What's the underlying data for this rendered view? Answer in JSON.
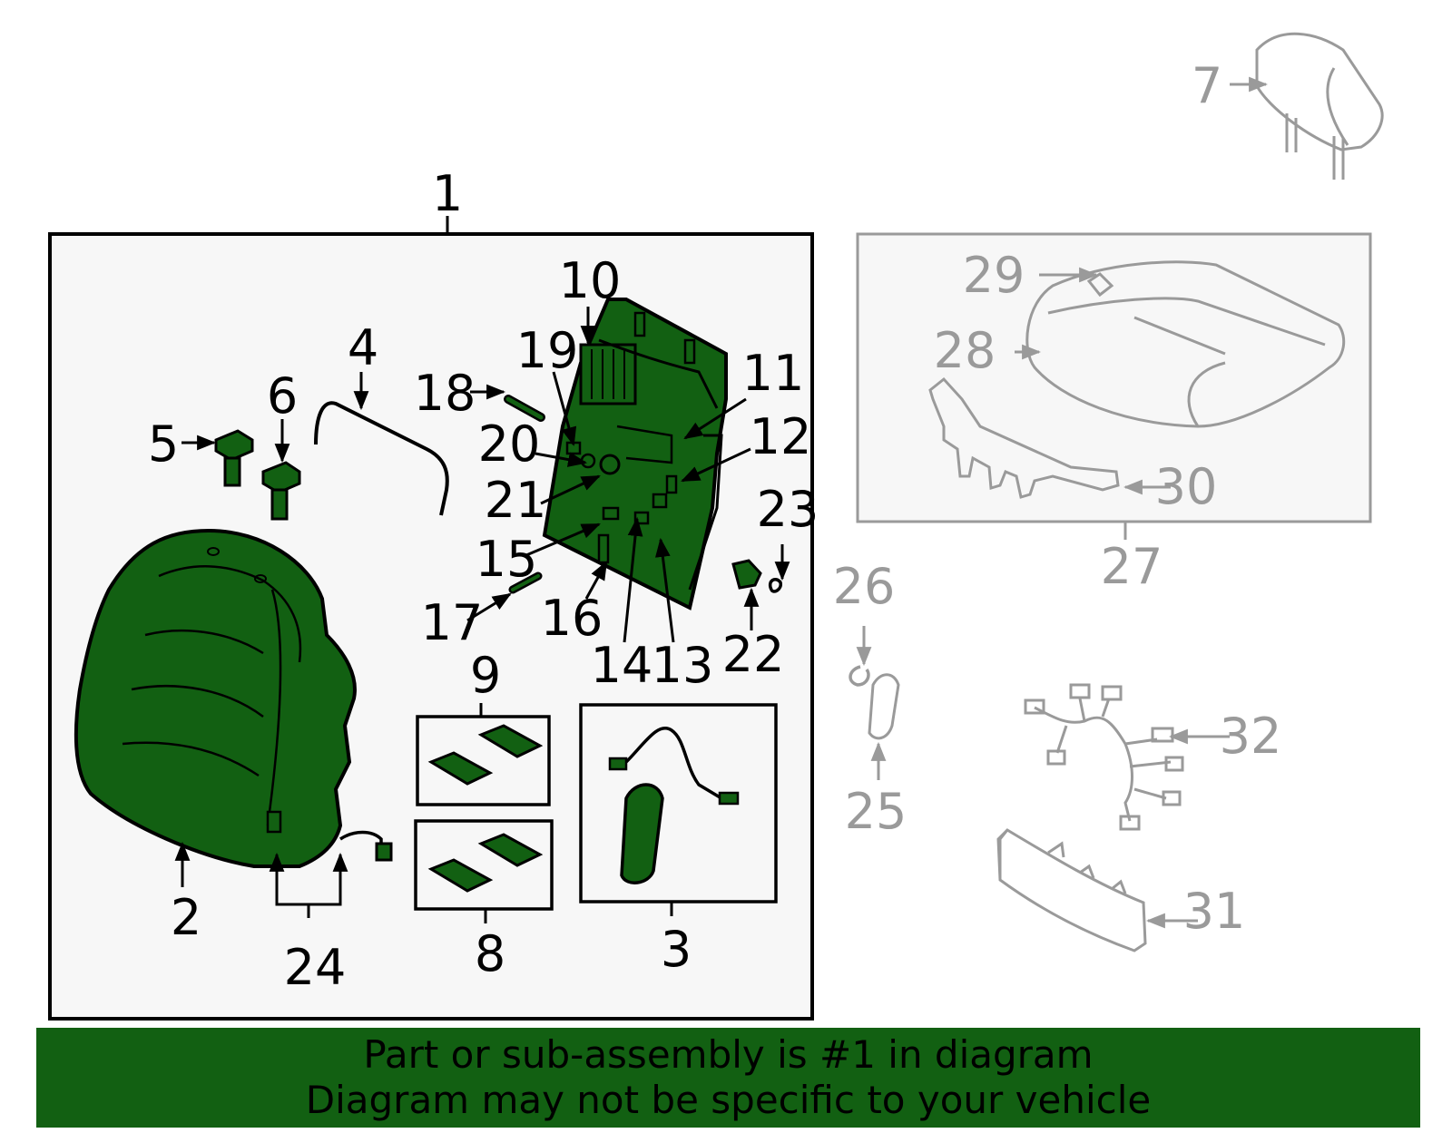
{
  "colors": {
    "part_fill": "#126012",
    "gray_part": "#9a9a9a",
    "banner_bg": "#126012"
  },
  "callouts": {
    "n1": "1",
    "n2": "2",
    "n3": "3",
    "n4": "4",
    "n5": "5",
    "n6": "6",
    "n7": "7",
    "n8": "8",
    "n9": "9",
    "n10": "10",
    "n11": "11",
    "n12": "12",
    "n13": "13",
    "n14": "14",
    "n15": "15",
    "n16": "16",
    "n17": "17",
    "n18": "18",
    "n19": "19",
    "n20": "20",
    "n21": "21",
    "n22": "22",
    "n23": "23",
    "n24": "24",
    "n25": "25",
    "n26": "26",
    "n27": "27",
    "n28": "28",
    "n29": "29",
    "n30": "30",
    "n31": "31",
    "n32": "32"
  },
  "banner": {
    "line1": "Part or sub-assembly is #1 in diagram",
    "line2": "Diagram may not be specific to your vehicle"
  }
}
